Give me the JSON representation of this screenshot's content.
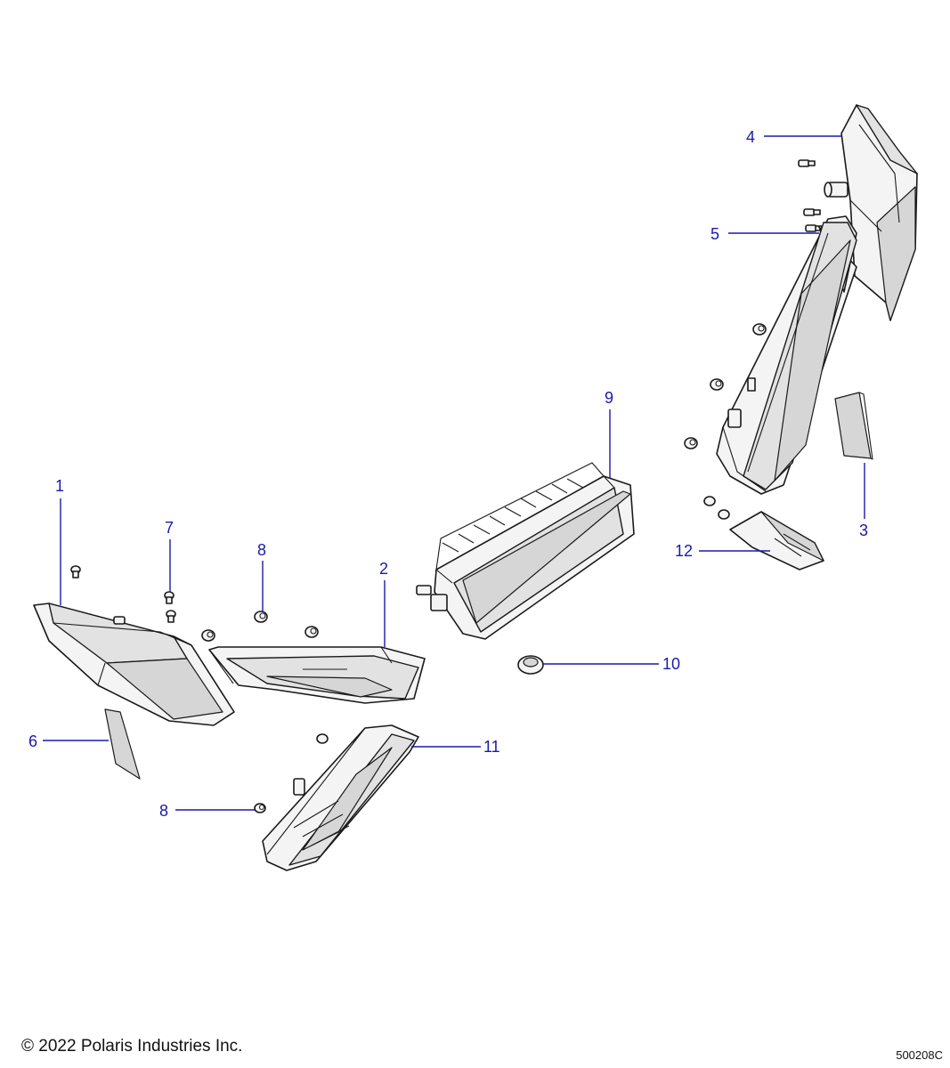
{
  "callouts": {
    "c1": "1",
    "c2": "2",
    "c3": "3",
    "c4": "4",
    "c5": "5",
    "c6": "6",
    "c7": "7",
    "c8a": "8",
    "c8b": "8",
    "c9": "9",
    "c10": "10",
    "c11": "11",
    "c12": "12"
  },
  "footer": {
    "copyright": "© 2022 Polaris Industries Inc.",
    "drawing_id": "500208C"
  },
  "colors": {
    "callout": "#1a1aa8",
    "outline": "#1a1a1a",
    "background": "#ffffff"
  }
}
